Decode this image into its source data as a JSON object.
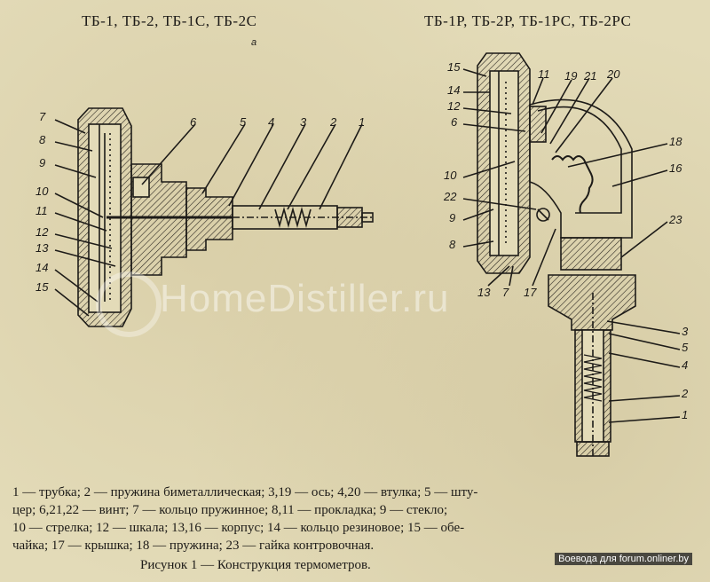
{
  "titles": {
    "left": "ТБ-1, ТБ-2, ТБ-1С, ТБ-2С",
    "right": "ТБ-1Р, ТБ-2Р, ТБ-1РС, ТБ-2РС",
    "left_mark": "а"
  },
  "left_numbers": [
    "7",
    "8",
    "9",
    "10",
    "11",
    "12",
    "13",
    "14",
    "15",
    "6",
    "5",
    "4",
    "3",
    "2",
    "1"
  ],
  "right_numbers": [
    "15",
    "14",
    "12",
    "6",
    "11",
    "19",
    "21",
    "20",
    "18",
    "16",
    "10",
    "22",
    "9",
    "8",
    "13",
    "7",
    "17",
    "23",
    "3",
    "5",
    "4",
    "2",
    "1"
  ],
  "legend_lines": [
    "1 — трубка; 2 — пружина биметаллическая; 3,19 — ось; 4,20 — втулка; 5 — шту-",
    "цер; 6,21,22 — винт; 7 — кольцо пружинное; 8,11 — прокладка; 9 — стекло;",
    "10 — стрелка; 12 — шкала; 13,16 — корпус; 14 — кольцо резиновое; 15 — обе-",
    "чайка; 17 — крышка; 18 — пружина; 23 — гайка контровочная."
  ],
  "caption": "Рисунок 1 — Конструкция термометров.",
  "watermark": "HomeDistiller.ru",
  "credit": "Воевода для forum.onliner.by"
}
